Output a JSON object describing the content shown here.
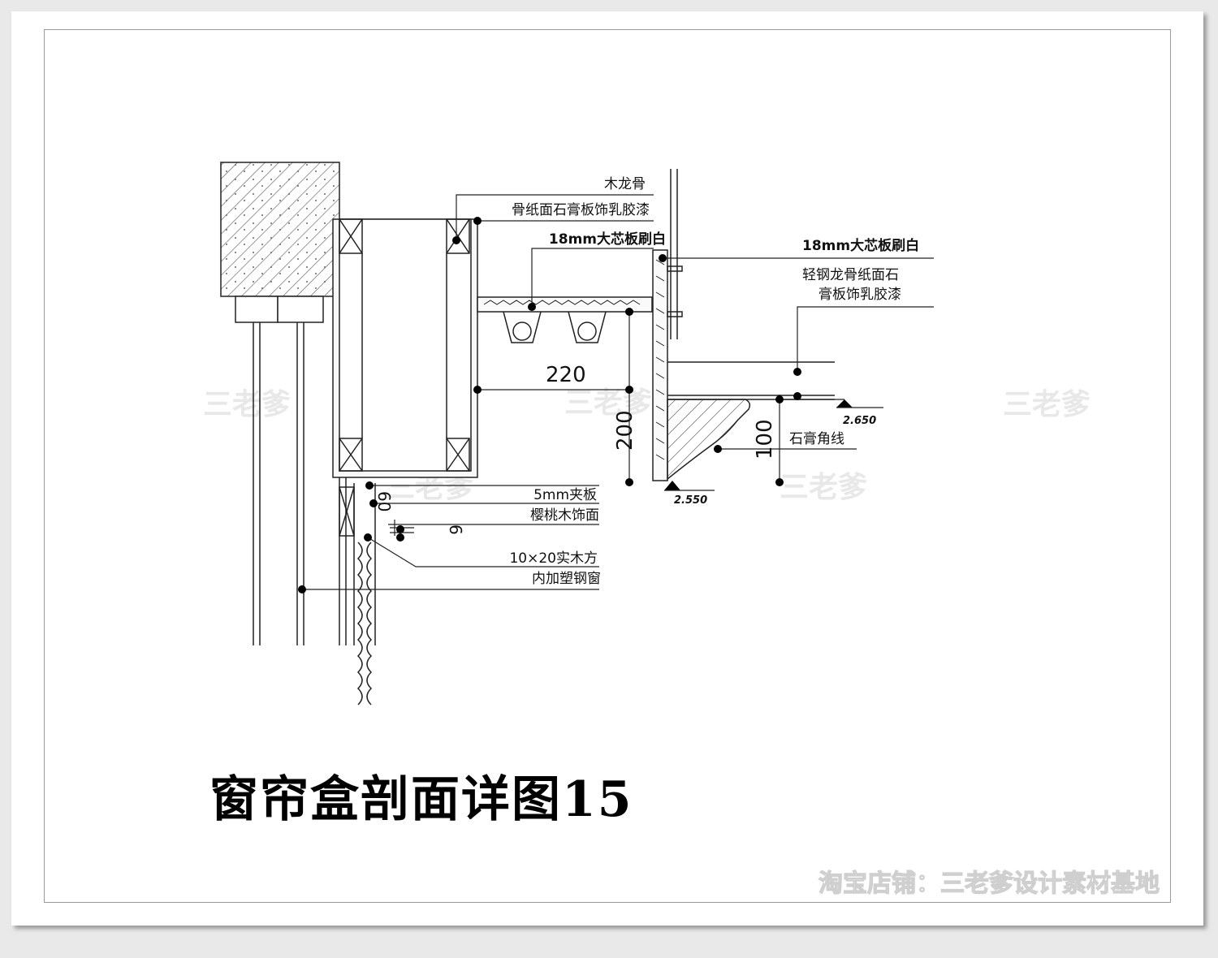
{
  "title": "窗帘盒剖面详图15",
  "labels": {
    "wood_keel": "木龙骨",
    "gypsum_paint_left": "骨纸面石膏板饰乳胶漆",
    "blockboard_left": "18mm大芯板刷白",
    "blockboard_right": "18mm大芯板刷白",
    "light_steel_line1": "轻钢龙骨纸面石",
    "light_steel_line2": "膏板饰乳胶漆",
    "plywood_5mm": "5mm夹板",
    "cherry_veneer": "樱桃木饰面",
    "solid_wood": "10×20实木方",
    "plastic_steel_window": "内加塑钢窗",
    "gypsum_cornice": "石膏角线"
  },
  "dimensions": {
    "width_220": "220",
    "height_200": "200",
    "height_100": "100",
    "dim_60": "60",
    "dim_6": "6"
  },
  "elevations": {
    "upper": "2.650",
    "lower": "2.550"
  },
  "watermarks": {
    "mark": "三老爹",
    "shop": "淘宝店铺：三老爹设计素材基地"
  }
}
